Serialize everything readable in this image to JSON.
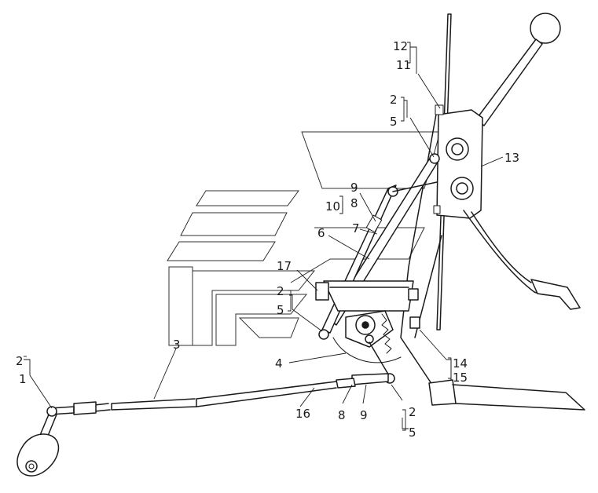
{
  "labels": [
    {
      "id": "l1",
      "text": "1"
    },
    {
      "id": "l2a",
      "text": "2"
    },
    {
      "id": "l3",
      "text": "3"
    },
    {
      "id": "l4",
      "text": "4"
    },
    {
      "id": "l16",
      "text": "16"
    },
    {
      "id": "l8b",
      "text": "8"
    },
    {
      "id": "l9b",
      "text": "9"
    },
    {
      "id": "l2d",
      "text": "2"
    },
    {
      "id": "l5d",
      "text": "5"
    },
    {
      "id": "l14",
      "text": "14"
    },
    {
      "id": "l15",
      "text": "15"
    },
    {
      "id": "l13",
      "text": "13"
    },
    {
      "id": "l12",
      "text": "12"
    },
    {
      "id": "l11",
      "text": "11"
    },
    {
      "id": "l2b",
      "text": "2"
    },
    {
      "id": "l5b",
      "text": "5"
    },
    {
      "id": "l9a",
      "text": "9"
    },
    {
      "id": "l10",
      "text": "10"
    },
    {
      "id": "l8a",
      "text": "8"
    },
    {
      "id": "l6",
      "text": "6"
    },
    {
      "id": "l7",
      "text": "7"
    },
    {
      "id": "l17",
      "text": "17"
    },
    {
      "id": "l2c",
      "text": "2"
    },
    {
      "id": "l5c",
      "text": "5"
    }
  ]
}
